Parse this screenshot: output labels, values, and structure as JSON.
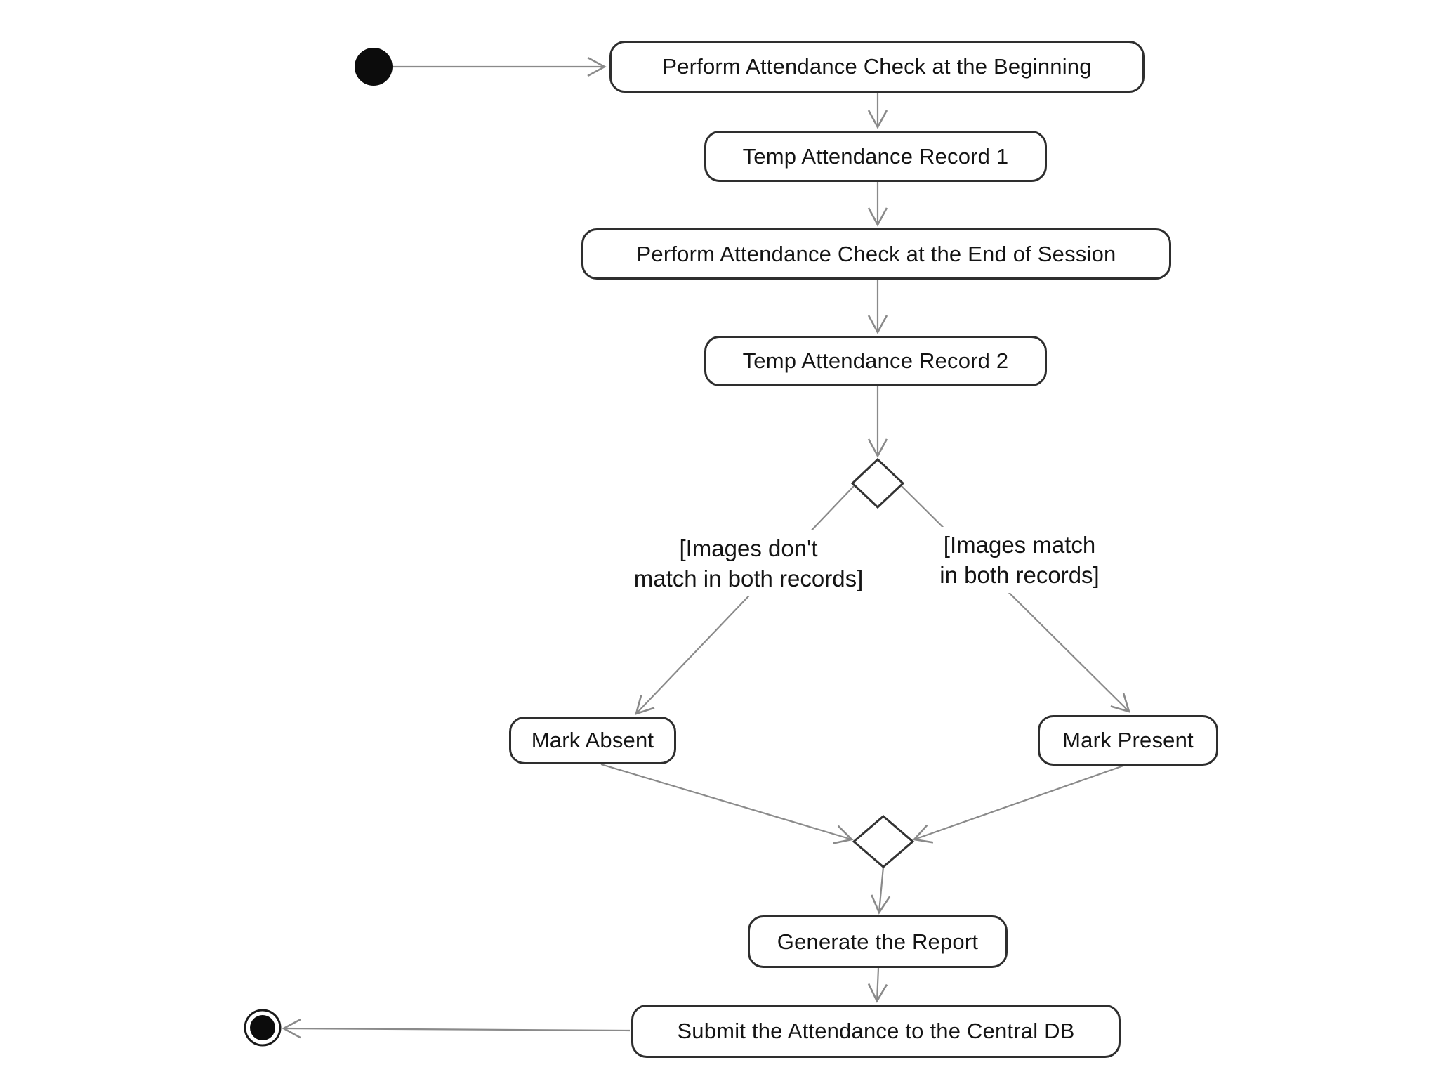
{
  "diagram": {
    "kind": "uml-activity-diagram",
    "background_color": "#ffffff",
    "line_color": "#8a8a8a",
    "node_border_color": "#2e2e2e",
    "text_color": "#141414",
    "nodes": [
      {
        "id": "start",
        "type": "initial"
      },
      {
        "id": "check_begin",
        "type": "action",
        "label": "Perform Attendance Check at the Beginning"
      },
      {
        "id": "temp_record_1",
        "type": "action",
        "label": "Temp Attendance Record 1"
      },
      {
        "id": "check_end",
        "type": "action",
        "label": "Perform Attendance Check at the End of Session"
      },
      {
        "id": "temp_record_2",
        "type": "action",
        "label": "Temp Attendance Record 2"
      },
      {
        "id": "decision",
        "type": "decision"
      },
      {
        "id": "mark_absent",
        "type": "action",
        "label": "Mark Absent"
      },
      {
        "id": "mark_present",
        "type": "action",
        "label": "Mark Present"
      },
      {
        "id": "merge",
        "type": "merge"
      },
      {
        "id": "generate_report",
        "type": "action",
        "label": "Generate the Report"
      },
      {
        "id": "submit_db",
        "type": "action",
        "label": "Submit the Attendance to the Central DB"
      },
      {
        "id": "end",
        "type": "final"
      }
    ],
    "guards": [
      {
        "id": "guard_no_match",
        "lines": [
          "[Images don't",
          "match in both records]"
        ]
      },
      {
        "id": "guard_match",
        "lines": [
          "[Images match",
          "in both records]"
        ]
      }
    ],
    "edges": [
      {
        "from": "start",
        "to": "check_begin"
      },
      {
        "from": "check_begin",
        "to": "temp_record_1"
      },
      {
        "from": "temp_record_1",
        "to": "check_end"
      },
      {
        "from": "check_end",
        "to": "temp_record_2"
      },
      {
        "from": "temp_record_2",
        "to": "decision"
      },
      {
        "from": "decision",
        "to": "mark_absent",
        "guard": "guard_no_match"
      },
      {
        "from": "decision",
        "to": "mark_present",
        "guard": "guard_match"
      },
      {
        "from": "mark_absent",
        "to": "merge"
      },
      {
        "from": "mark_present",
        "to": "merge"
      },
      {
        "from": "merge",
        "to": "generate_report"
      },
      {
        "from": "generate_report",
        "to": "submit_db"
      },
      {
        "from": "submit_db",
        "to": "end"
      }
    ]
  }
}
